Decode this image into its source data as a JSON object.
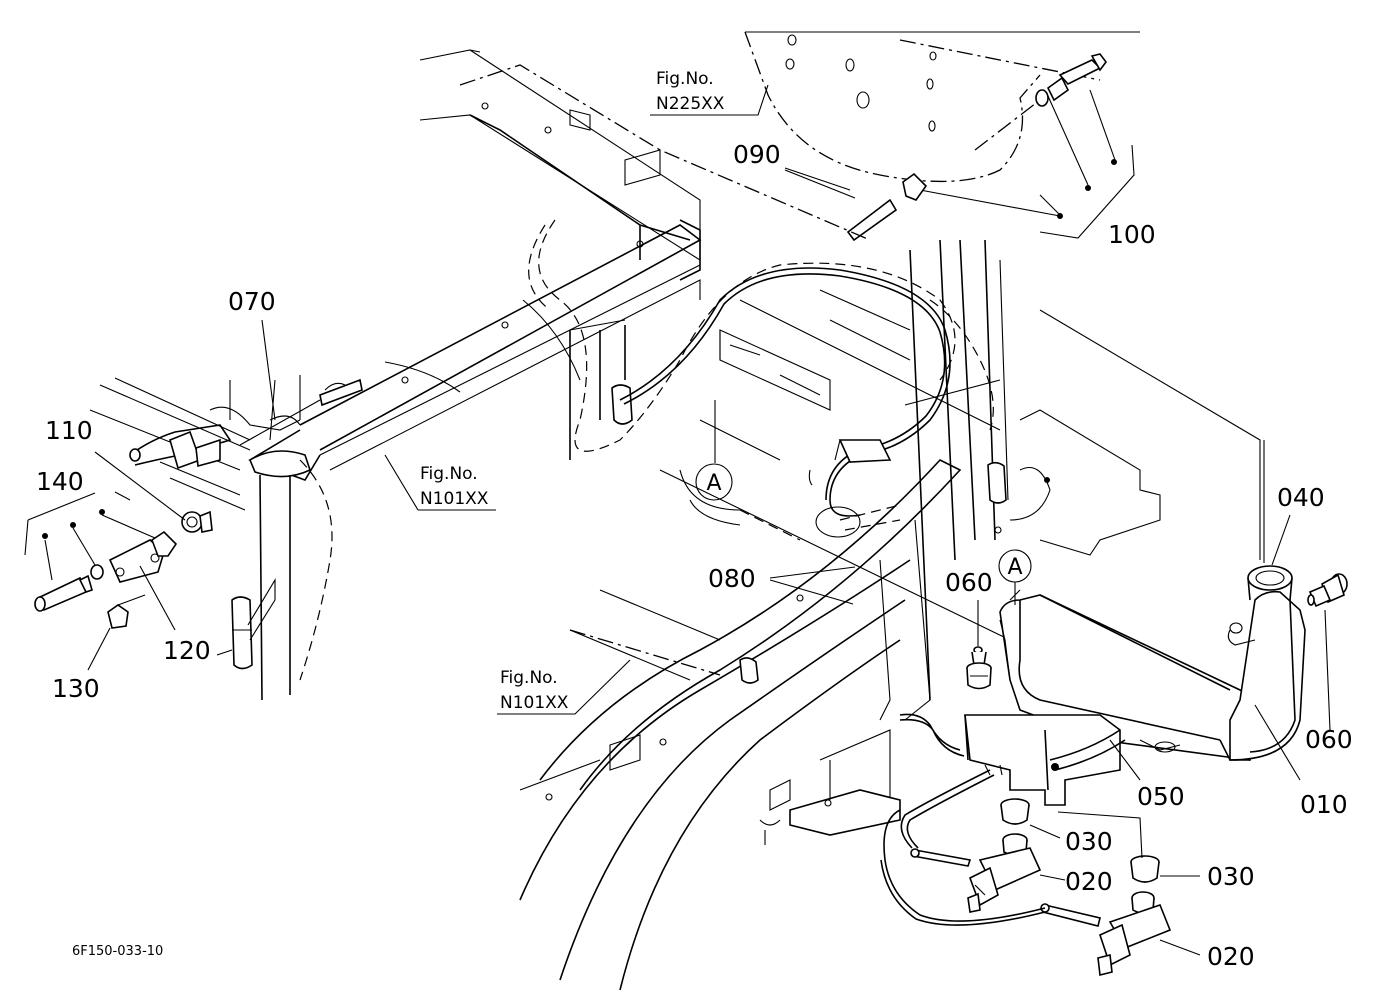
{
  "drawing_code": "6F150-033-10",
  "part_labels": {
    "p010": "010",
    "p020a": "020",
    "p020b": "020",
    "p030a": "030",
    "p030b": "030",
    "p040": "040",
    "p050": "050",
    "p060a": "060",
    "p060b": "060",
    "p070": "070",
    "p080": "080",
    "p090": "090",
    "p100": "100",
    "p110": "110",
    "p120": "120",
    "p130": "130",
    "p140": "140"
  },
  "fig_refs": {
    "ref1": {
      "caption": "Fig.No.",
      "number": "N225XX"
    },
    "ref2": {
      "caption": "Fig.No.",
      "number": "N101XX"
    },
    "ref3": {
      "caption": "Fig.No.",
      "number": "N101XX"
    }
  },
  "markers": {
    "a1": "A",
    "a2": "A"
  }
}
